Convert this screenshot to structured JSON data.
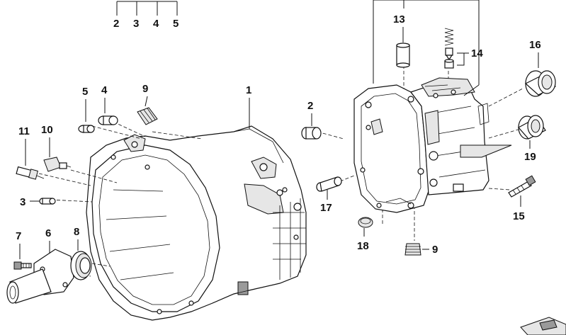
{
  "callouts": {
    "c1": "1",
    "c2_top": "2",
    "c3_top": "3",
    "c4_top": "4",
    "c5_top": "5",
    "c2": "2",
    "c3": "3",
    "c4": "4",
    "c5": "5",
    "c6": "6",
    "c7": "7",
    "c8": "8",
    "c9_left": "9",
    "c9_right": "9",
    "c10": "10",
    "c11": "11",
    "c13": "13",
    "c14": "14",
    "c15": "15",
    "c16": "16",
    "c17": "17",
    "c18": "18",
    "c19": "19"
  },
  "colors": {
    "ink": "#111111",
    "shade": "#e6e6e6",
    "background": "#ffffff"
  }
}
